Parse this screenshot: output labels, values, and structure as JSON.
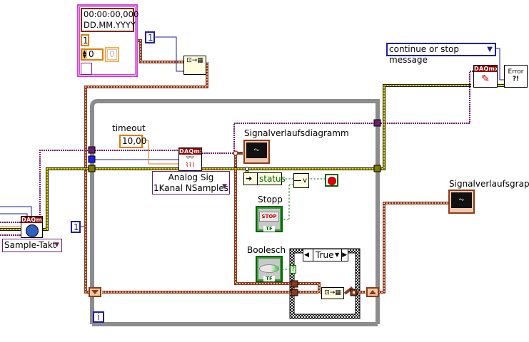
{
  "timestamp_cluster": {
    "time_text": "00:00:00,000",
    "date_text": "DD.MM.YYYY",
    "numeric_value": "1",
    "spinner_value": "0",
    "readonly_value": "0"
  },
  "constants": {
    "array_index": "1",
    "sample_count": "1",
    "timeout_label": "timeout",
    "timeout_value": "10,00",
    "loop_iteration": "i"
  },
  "daqmx": {
    "header_text": "DAQmx",
    "read_polymorphic": "Analog Sig\n1Kanal NSamples",
    "read_poly_line1": "Analog Sig",
    "read_poly_line2": "1Kanal NSamples",
    "timing_polymorphic": "Sample-Takt"
  },
  "error_handler": {
    "dialog_option": "continue or stop message",
    "icon_text_line1": "Error",
    "icon_text_line2": "?!"
  },
  "indicators": {
    "chart_label": "Signalverlaufsdiagramm",
    "graph_label": "Signalverlaufsgraph"
  },
  "unbundle": {
    "field": "status"
  },
  "controls": {
    "stop_label": "Stopp",
    "stop_button_text": "STOP",
    "boolean_label": "Boolesch",
    "tf_text": "TF"
  },
  "case_structure": {
    "selector_value": "True",
    "selector_terminal": "?"
  },
  "colors": {
    "cluster_wire": "#8b3a1a",
    "error_wire": "#d4c800",
    "task_wire": "#6b1f6b",
    "numeric_wire": "#1e1e9e",
    "boolean_wire": "#006400",
    "loop_border": "#8c8c8c",
    "daqmx_header": "#8b0000"
  }
}
